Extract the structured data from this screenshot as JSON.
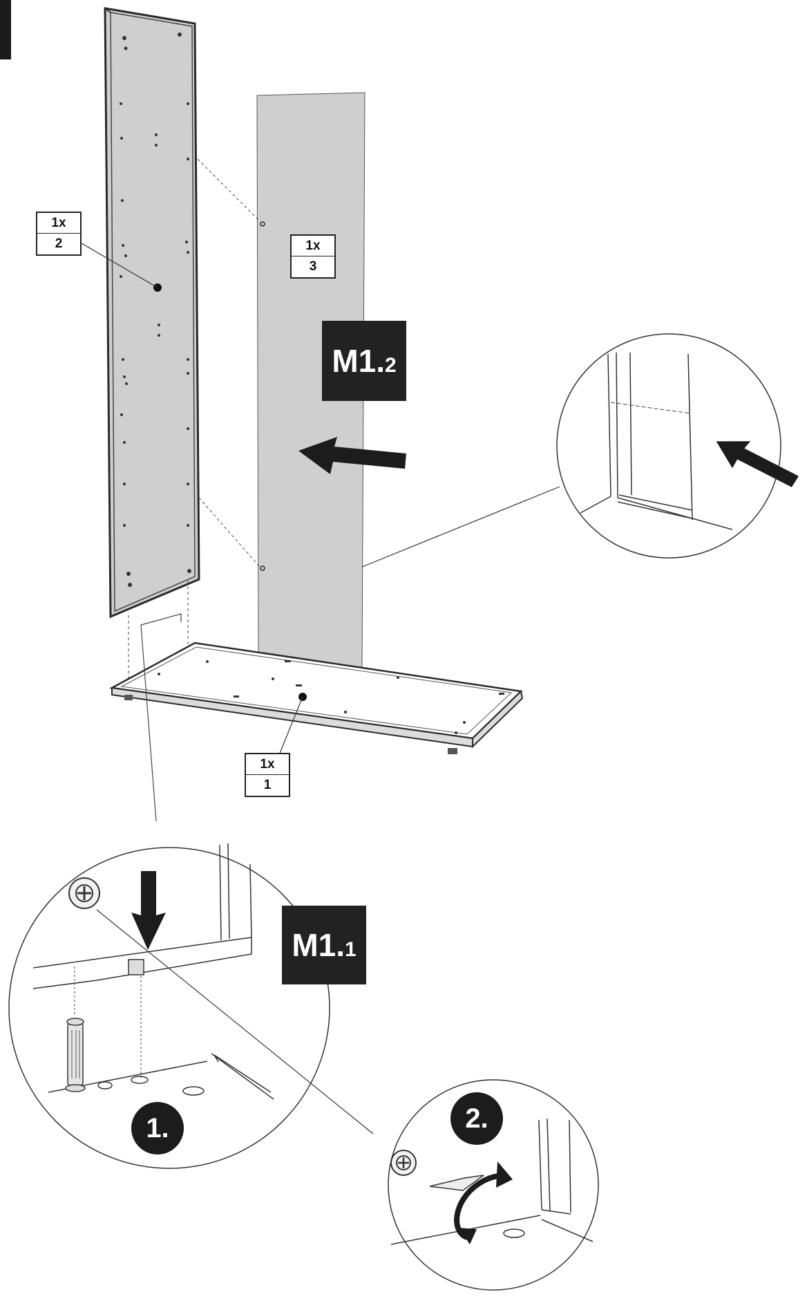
{
  "labels": {
    "part_1": {
      "qty": "1x",
      "number": "1"
    },
    "part_2": {
      "qty": "1x",
      "number": "2"
    },
    "part_3": {
      "qty": "1x",
      "number": "3"
    }
  },
  "steps": {
    "m1_2": {
      "prefix": "M1.",
      "sub": "2"
    },
    "m1_1": {
      "prefix": "M1.",
      "sub": "1"
    },
    "substep_1": "1.",
    "substep_2": "2."
  },
  "colors": {
    "panel_fill": "#cfcfcf",
    "panel_edge": "#2a2a2a",
    "tag_fill": "#222222",
    "line": "#333333"
  },
  "icons": [
    "arrow-left-icon",
    "arrow-down-icon",
    "rotate-arrow-icon",
    "cam-lock-icon",
    "dowel-icon"
  ]
}
